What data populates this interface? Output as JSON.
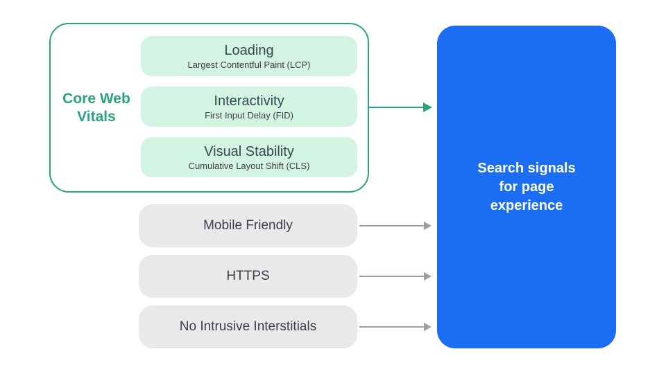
{
  "diagram": {
    "core_web_vitals": {
      "label": "Core Web Vitals",
      "items": [
        {
          "title": "Loading",
          "subtitle": "Largest Contentful Paint (LCP)"
        },
        {
          "title": "Interactivity",
          "subtitle": "First Input Delay (FID)"
        },
        {
          "title": "Visual Stability",
          "subtitle": "Cumulative Layout Shift (CLS)"
        }
      ]
    },
    "other_signals": [
      {
        "label": "Mobile Friendly"
      },
      {
        "label": "HTTPS"
      },
      {
        "label": "No Intrusive Interstitials"
      }
    ],
    "result": {
      "text": "Search signals for page experience",
      "lines": [
        "Search signals",
        "for page",
        "experience"
      ]
    },
    "colors": {
      "accent_green": "#29a27d",
      "green_pill_fill": "#d3f3e3",
      "gray_pill_fill": "#e8e9ea",
      "gray_arrow": "#9aa0a6",
      "blue_box": "#1b6ef3",
      "dark_text": "#3c4043",
      "white_text": "#ffffff"
    }
  }
}
